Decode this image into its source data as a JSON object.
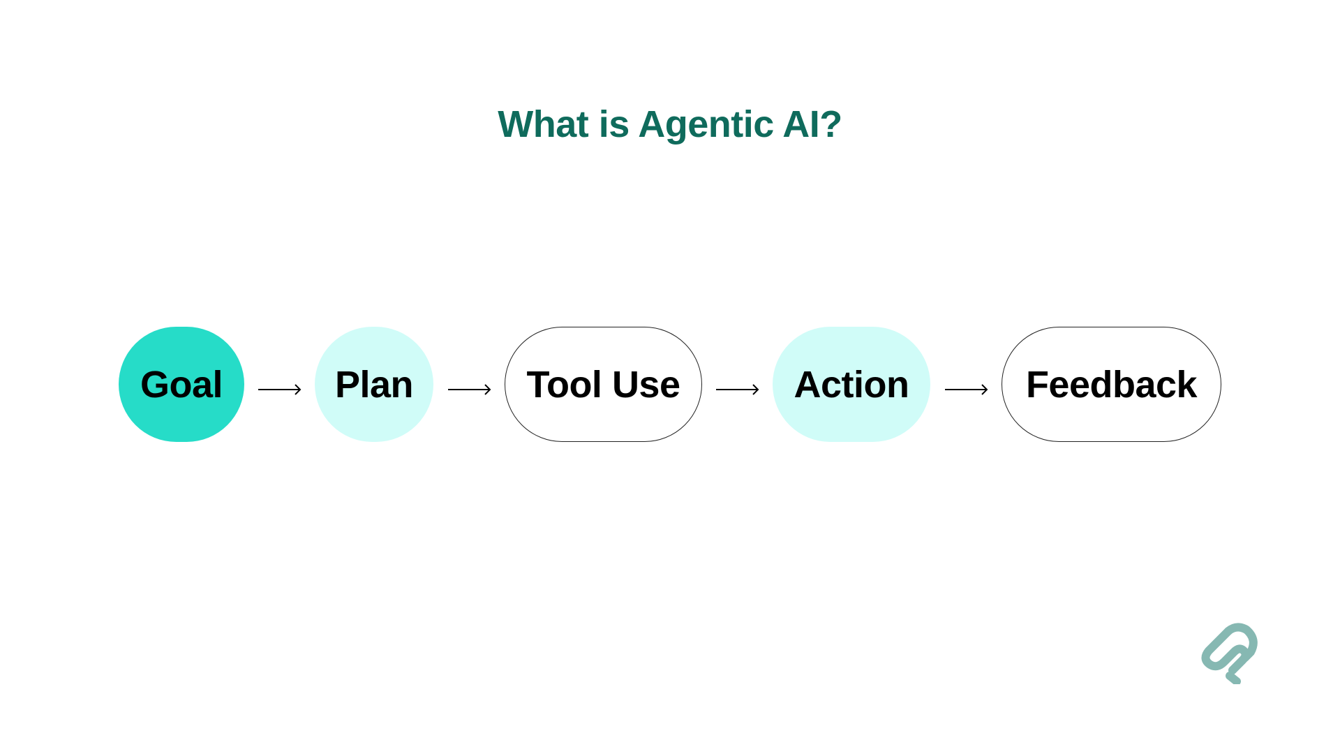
{
  "title": "What is Agentic AI?",
  "colors": {
    "title": "#0f6b5c",
    "goal_fill": "#26dcc8",
    "soft_fill": "#d0fcf8",
    "outline": "#222222",
    "logo": "#86b8b2"
  },
  "flow": {
    "nodes": [
      {
        "label": "Goal",
        "style": "filled-strong"
      },
      {
        "label": "Plan",
        "style": "filled-soft"
      },
      {
        "label": "Tool Use",
        "style": "outlined"
      },
      {
        "label": "Action",
        "style": "filled-soft"
      },
      {
        "label": "Feedback",
        "style": "outlined"
      }
    ],
    "arrows": [
      "→",
      "→",
      "→",
      "→"
    ]
  },
  "logo": {
    "icon": "brand-logo-icon"
  }
}
